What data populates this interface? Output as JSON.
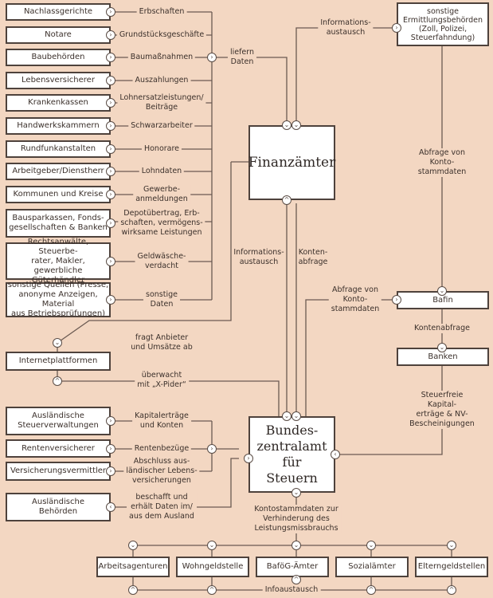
{
  "title_nodes": {
    "finanzaemter": "Finanzämter",
    "bzst": "Bundes-\nzentralamt\nfür\nSteuern"
  },
  "sources": [
    {
      "name": "Nachlassgerichte",
      "data": "Erbschaften"
    },
    {
      "name": "Notare",
      "data": "Grundstücksgeschäfte"
    },
    {
      "name": "Baubehörden",
      "data": "Baumaßnahmen"
    },
    {
      "name": "Lebensversicherer",
      "data": "Auszahlungen"
    },
    {
      "name": "Krankenkassen",
      "data": "Lohnersatzleistungen/\nBeiträge"
    },
    {
      "name": "Handwerkskammern",
      "data": "Schwarzarbeiter"
    },
    {
      "name": "Rundfunkanstalten",
      "data": "Honorare"
    },
    {
      "name": "Arbeitgeber/Dienstherr",
      "data": "Lohndaten"
    },
    {
      "name": "Kommunen und Kreise",
      "data": "Gewerbe-\nanmeldungen"
    },
    {
      "name": "Bausparkassen, Fonds-\ngesellschaften & Banken",
      "data": "Depotübertrag, Erb-\nschaften, vermögens-\nwirksame Leistungen"
    },
    {
      "name": "Rechtsanwälte, Steuerbe-\nrater, Makler, gewerbliche\nGüterhändler",
      "data": "Geldwäsche-\nverdacht"
    },
    {
      "name": "sonstige Quellen (Presse,\nanonyme Anzeigen, Material\naus Betriebsprüfungen)",
      "data": "sonstige\nDaten"
    }
  ],
  "labels": {
    "liefern_daten": "liefern\nDaten",
    "info_austausch_top": "Informations-\naustausch",
    "ermittlung": "sonstige\nErmittlungsbehörden\n(Zoll, Polizei,\nSteuerfahndung)",
    "abfrage_konto_right": "Abfrage von\nKonto-\nstammdaten",
    "info_austausch_mid": "Informations-\naustausch",
    "kontenabfrage_mid": "Konten-\nabfrage",
    "abfrage_konto_mid": "Abfrage von\nKonto-\nstammdaten",
    "bafin": "Bafin",
    "kontenabfrage": "Kontenabfrage",
    "banken": "Banken",
    "steuerfrei": "Steuerfreie Kapital-\nerträge & NV-\nBescheinigungen",
    "fragt": "fragt Anbieter\nund Umsätze ab",
    "internet": "Internetplattformen",
    "ueberwacht": "überwacht\nmit „X-Pider“",
    "kontostamm": "Kontostammdaten zur\nVerhinderung des\nLeistungsmissbrauchs",
    "infoaustausch": "Infoaustausch"
  },
  "foreign": [
    {
      "name": "Ausländische\nSteuerverwaltungen",
      "data": "Kapitalerträge\nund Konten"
    },
    {
      "name": "Rentenversicherer",
      "data": "Rentenbezüge"
    },
    {
      "name": "Versicherungsvermittler",
      "data": "Abschluss aus-\nländischer Lebens-\nversicherungen"
    },
    {
      "name": "Ausländische\nBehörden",
      "data": "beschafft und\nerhält Daten im/\naus dem Ausland"
    }
  ],
  "agencies": [
    "Arbeitsagenturen",
    "Wohngeldstelle",
    "BaföG-Ämter",
    "Sozialämter",
    "Elterngeldstellen"
  ],
  "colors": {
    "background": "#f3d7c2",
    "line": "#5a4c45",
    "box_border": "#4e423c"
  }
}
